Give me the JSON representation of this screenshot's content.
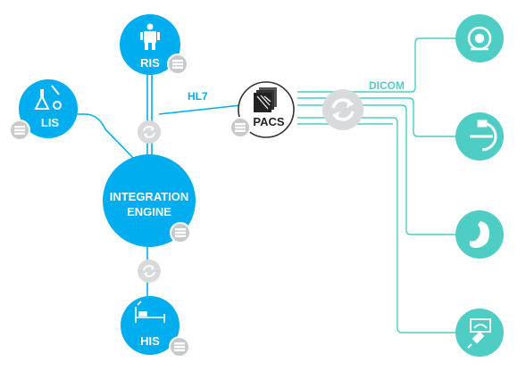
{
  "nodes": {
    "ris": "RIS",
    "lis": "LIS",
    "integration_line1": "INTEGRATION",
    "integration_line2": "ENGINE",
    "his": "HIS",
    "pacs": "PACS"
  },
  "connections": {
    "hl7": "HL7",
    "dicom": "DICOM"
  },
  "devices": [
    "ct-scanner",
    "c-arm",
    "endoscopy",
    "ultrasound"
  ],
  "colors": {
    "cyan": "#00AEEF",
    "teal": "#4ECDC4",
    "sync_gray": "#D8DADC",
    "db_gray": "#C8CACC",
    "pacs_border": "#333333"
  }
}
